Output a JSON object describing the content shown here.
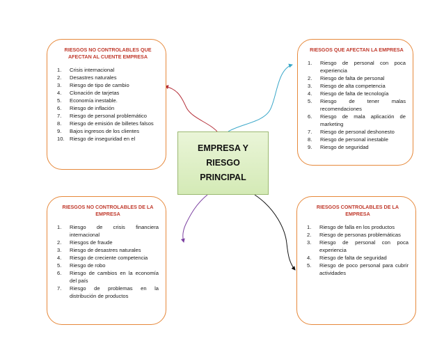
{
  "center": {
    "title": "EMPRESA Y RIESGO PRINCIPAL"
  },
  "boxes": {
    "top_left": {
      "title": "RIESGOS NO CONTROLABLES QUE AFECTAN AL CUENTE EMPRESA",
      "items": [
        "Crisis internacional",
        "Desastres naturales",
        "Riesgo de tipo de cambio",
        "Clonación de tarjetas",
        "Economía inestable.",
        "Riesgo de inflación",
        "Riesgo de personal problemático",
        "Riesgo de emisión de billetes falsos",
        "Bajos ingresos de los clientes",
        "Riesgo de inseguridad en el"
      ]
    },
    "top_right": {
      "title": "RIESGOS QUE AFECTAN LA EMPRESA",
      "items": [
        "Riesgo de personal con poca experiencia",
        "Riesgo de falta de personal",
        "Riesgo de alta competencia",
        "Riesgo de falta de tecnología",
        "Riesgo de tener malas recomendaciones",
        "Riesgo de mala aplicación de marketing",
        "Riesgo de personal deshonesto",
        "Riesgo de personal inestable",
        "Riesgo de seguridad"
      ]
    },
    "bottom_left": {
      "title": "RIESGOS NO CONTROLABLES DE LA EMPRESA",
      "items": [
        "Riesgo de crisis financiera internacional",
        "Riesgos de fraude",
        "Riesgo de desastres naturales",
        "Riesgo de creciente competencia",
        "Riesgo de robo",
        "Riesgo de cambios en la economía del país",
        "Riesgo de problemas en la distribución de productos"
      ]
    },
    "bottom_right": {
      "title": "RIESGOS CONTROLABLES DE LA EMPRESA",
      "items": [
        "Riesgo de falla en los productos",
        "Riesgo de personas problemáticas",
        "Riesgo de personal con poca experiencia",
        "Riesgo de falta de seguridad",
        "Riesgo de poco personal para cubrir actividades"
      ]
    }
  },
  "connector_colors": {
    "top_left": "#b5303a",
    "top_right": "#3aa7c9",
    "bottom_left": "#7b3fa0",
    "bottom_right": "#111111"
  }
}
